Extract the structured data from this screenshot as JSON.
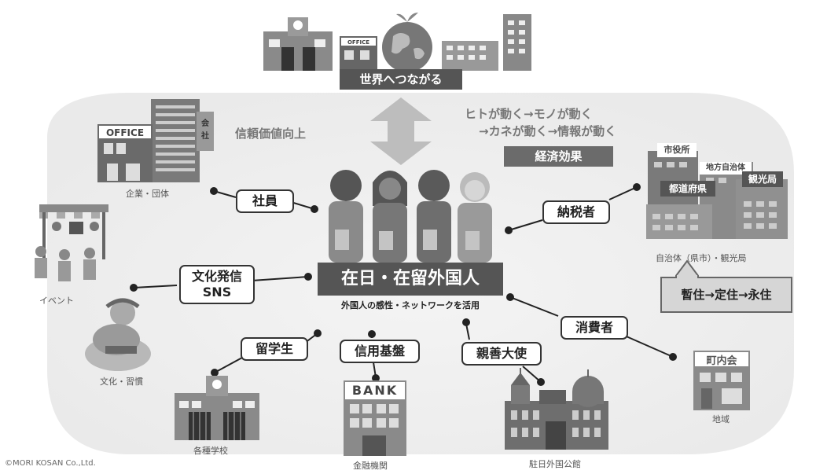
{
  "top": {
    "banner": "世界へつながる",
    "office_sign": "OFFICE"
  },
  "arrow_notes": {
    "line1": "ヒトが動く→モノが動く",
    "line2": "→カネが動く→情報が動く",
    "effect": "経済効果",
    "trust": "信頼価値向上"
  },
  "center": {
    "title": "在日・在留外国人",
    "subtitle": "外国人の感性・ネットワークを活用"
  },
  "spokes": {
    "employee": "社員",
    "culture": "文化発信\nSNS",
    "student": "留学生",
    "credit": "信用基盤",
    "ambassador": "親善大使",
    "consumer": "消費者",
    "taxpayer": "納税者"
  },
  "nodes": {
    "company": {
      "caption": "企業・団体",
      "sign": "OFFICE",
      "kaisha": "会社"
    },
    "event": {
      "caption": "イベント"
    },
    "culture": {
      "caption": "文化・習慣"
    },
    "school": {
      "caption": "各種学校"
    },
    "bank": {
      "caption": "金融機関",
      "sign": "BANK"
    },
    "embassy": {
      "caption": "駐日外国公館"
    },
    "community": {
      "caption": "地域",
      "sign": "町内会"
    },
    "government": {
      "caption": "自治体（県市）・観光局",
      "sign1": "市役所",
      "sign2": "地方自治体",
      "sign3": "都道府県",
      "sign4": "観光局"
    }
  },
  "residence": "暫住→定住→永住",
  "copyright": "©MORI KOSAN Co.,Ltd."
}
